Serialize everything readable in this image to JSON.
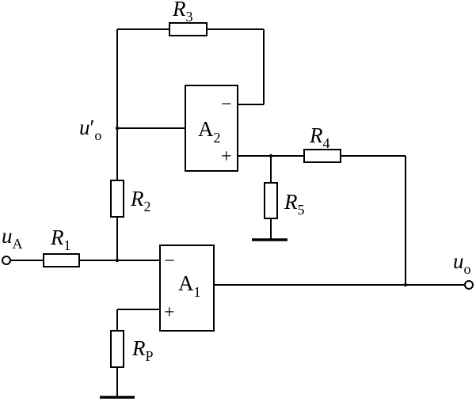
{
  "components": {
    "r1": {
      "symbol": "R",
      "sub": "1"
    },
    "r2": {
      "symbol": "R",
      "sub": "2"
    },
    "r3": {
      "symbol": "R",
      "sub": "3"
    },
    "r4": {
      "symbol": "R",
      "sub": "4"
    },
    "r5": {
      "symbol": "R",
      "sub": "5"
    },
    "rp": {
      "symbol": "R",
      "sub": "P"
    }
  },
  "opamps": {
    "a1": {
      "symbol": "A",
      "sub": "1",
      "minus": "−",
      "plus": "+"
    },
    "a2": {
      "symbol": "A",
      "sub": "2",
      "minus": "−",
      "plus": "+"
    }
  },
  "nodes": {
    "input": {
      "symbol": "u",
      "sub": "A"
    },
    "output": {
      "symbol": "u",
      "sub": "o"
    },
    "intermediate": {
      "symbol": "u",
      "prime": "′",
      "sub": "o"
    }
  }
}
